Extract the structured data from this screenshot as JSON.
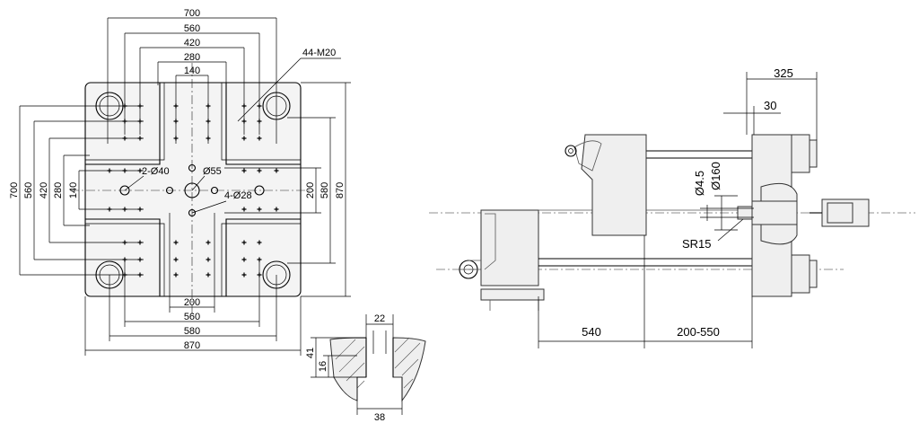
{
  "platen": {
    "top_dims": [
      "700",
      "560",
      "420",
      "280",
      "140"
    ],
    "left_dims": [
      "700",
      "560",
      "420",
      "280",
      "140"
    ],
    "right_dims": [
      "200",
      "580",
      "870"
    ],
    "bottom_dims": [
      "200",
      "560",
      "580",
      "870"
    ],
    "thread_note": "44-M20",
    "hole_note_a": "2-Ø40",
    "hole_note_b": "Ø55",
    "hole_note_c": "4-Ø28"
  },
  "slot_section": {
    "top_width": "22",
    "bottom_width": "38",
    "depth_total": "41",
    "depth_inner": "16"
  },
  "side_view": {
    "dim_325": "325",
    "dim_30": "30",
    "dim_d45": "Ø4.5",
    "dim_d160": "Ø160",
    "dim_sr15": "SR15",
    "dim_540": "540",
    "dim_stroke": "200-550"
  }
}
